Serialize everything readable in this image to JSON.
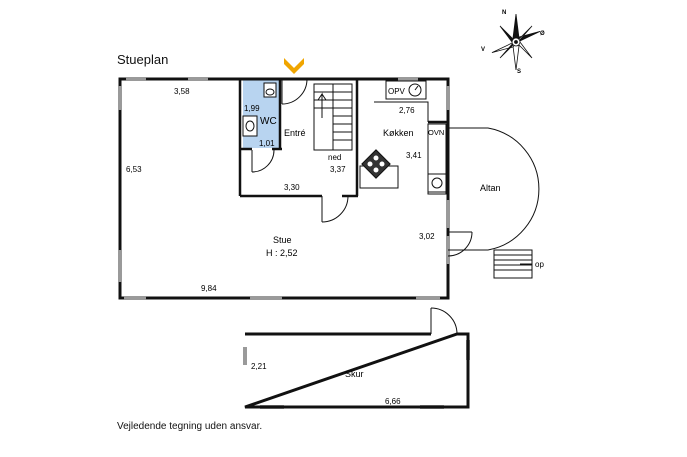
{
  "title": "Stueplan",
  "disclaimer": "Vejledende tegning uden ansvar.",
  "compass": {
    "n": "N",
    "s": "S",
    "o": "Ø",
    "v": "V"
  },
  "rooms": {
    "wc": "WC",
    "entre": "Entré",
    "kokken": "Køkken",
    "stue": "Stue",
    "stue_height": "H : 2,52",
    "altan": "Altan",
    "skur": "Skur"
  },
  "labels": {
    "opv": "OPV",
    "ovn": "OVN",
    "ned": "ned",
    "op": "op"
  },
  "dimensions": {
    "d358": "3,58",
    "d199": "1,99",
    "d101": "1,01",
    "d276": "2,76",
    "d341": "3,41",
    "d653": "6,53",
    "d337": "3,37",
    "d330": "3,30",
    "d302": "3,02",
    "d984": "9,84",
    "d221": "2,21",
    "d666": "6,66"
  },
  "colors": {
    "wall": "#111111",
    "wc_fill": "#b8d4f0",
    "entrance_arrow": "#f0a500",
    "window": "#9a9a9a"
  }
}
